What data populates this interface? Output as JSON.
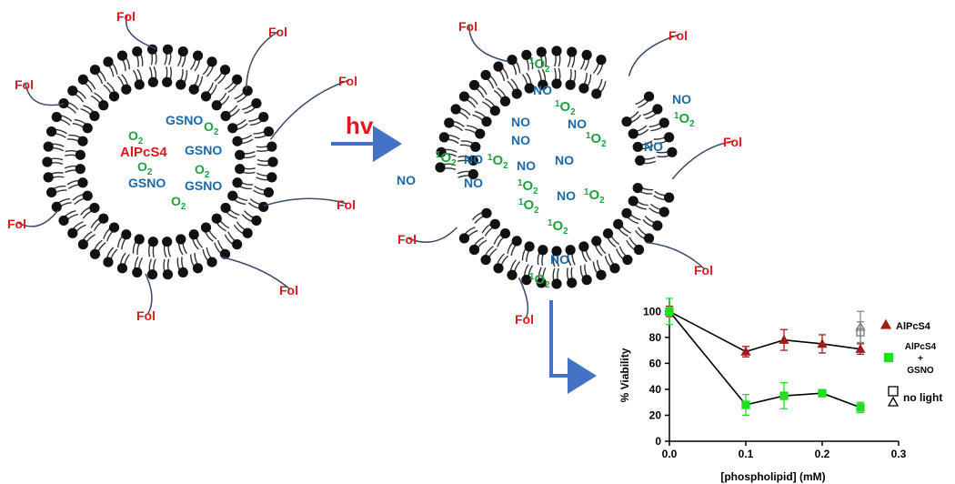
{
  "left_liposome": {
    "folate_label": "Fol",
    "photosensitizer": "AlPcS4",
    "donor": "GSNO",
    "oxygen": {
      "base": "O",
      "sub": "2"
    }
  },
  "reaction_arrow": {
    "label": "hv"
  },
  "right_liposome": {
    "folate_label": "Fol",
    "nitric_oxide": "NO",
    "singlet_oxygen": {
      "sup": "1",
      "base": "O",
      "sub": "2"
    }
  },
  "colors": {
    "folate": "#e1161d",
    "photosensitizer": "#e1161d",
    "donor": "#1a6aab",
    "oxygen": "#1fa140",
    "nitric_oxide": "#1a6aab",
    "singlet_oxygen": "#1fa140",
    "arrow": "#4472c4",
    "lipid_head": "#111111",
    "tether": "#3a4a6b",
    "series_alpcs4": "#a11d1d",
    "series_alpcs4_gsno": "#22dd22"
  },
  "chart_data": {
    "type": "line",
    "xlabel": "[phospholipid] (mM)",
    "ylabel": "% Viability",
    "xlim": [
      0,
      0.3
    ],
    "ylim": [
      0,
      110
    ],
    "xticks": [
      "0.0",
      "0.1",
      "0.2",
      "0.3"
    ],
    "yticks": [
      "0",
      "20",
      "40",
      "60",
      "80",
      "100"
    ],
    "legend_position": "right",
    "series": [
      {
        "name": "AlPcS4",
        "marker": "triangle",
        "x": [
          0,
          0.1,
          0.15,
          0.2,
          0.25
        ],
        "y": [
          100,
          69,
          78,
          75,
          71
        ],
        "err": [
          4,
          4,
          8,
          7,
          4
        ]
      },
      {
        "name_lines": [
          "AlPcS4",
          "+",
          "GSNO"
        ],
        "marker": "square",
        "x": [
          0,
          0.1,
          0.15,
          0.2,
          0.25
        ],
        "y": [
          100,
          28,
          35,
          37,
          26
        ],
        "err": [
          10,
          8,
          10,
          2,
          4
        ]
      }
    ],
    "controls": {
      "name": "no light",
      "points": [
        {
          "marker": "open-triangle",
          "x": 0.25,
          "y": 88,
          "err": 12
        },
        {
          "marker": "open-square",
          "x": 0.25,
          "y": 84,
          "err": 8
        }
      ]
    }
  }
}
